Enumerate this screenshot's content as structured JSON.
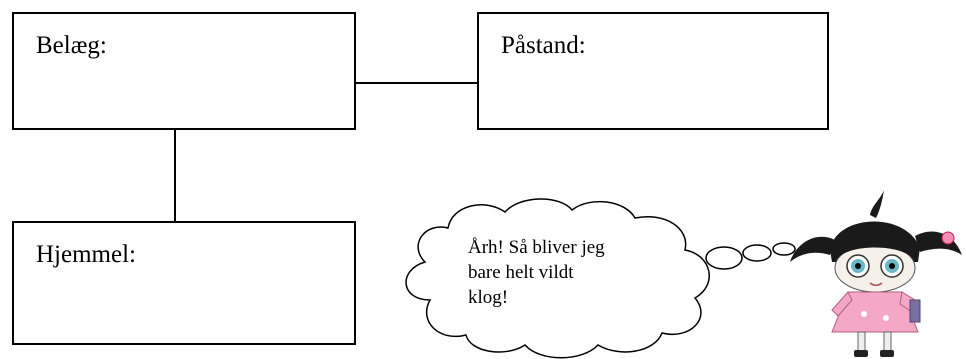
{
  "boxes": {
    "belaeg": "Belæg:",
    "paastand": "Påstand:",
    "hjemmel": "Hjemmel:"
  },
  "speech_bubble": {
    "lines": [
      "Årh! Så bliver jeg",
      "bare helt vildt",
      "klog!"
    ]
  },
  "character": {
    "description_icon": "girl-character-icon",
    "dress_color": "#f4a7c7",
    "hair_color": "#1a1a1a"
  }
}
